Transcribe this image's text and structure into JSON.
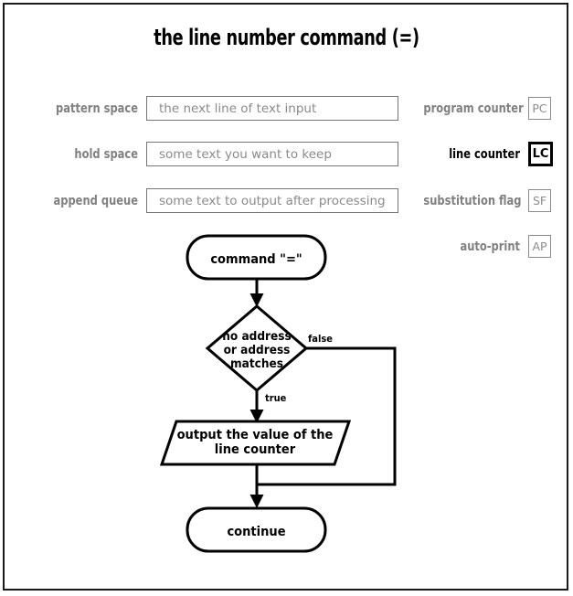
{
  "page": {
    "title": "the line number command (=)"
  },
  "buffers": [
    {
      "label": "pattern space",
      "value": "the next line of text input"
    },
    {
      "label": "hold space",
      "value": "some text you want to keep"
    },
    {
      "label": "append queue",
      "value": "some text to output after processing"
    }
  ],
  "registers": [
    {
      "label": "program counter",
      "abbr": "PC",
      "active": false
    },
    {
      "label": "line counter",
      "abbr": "LC",
      "active": true
    },
    {
      "label": "substitution flag",
      "abbr": "SF",
      "active": false
    },
    {
      "label": "auto-print",
      "abbr": "AP",
      "active": false
    }
  ],
  "flowchart": {
    "start": "command \"=\"",
    "decision_line1": "no address",
    "decision_line2": "or address",
    "decision_line3": "matches",
    "branch_true": "true",
    "branch_false": "false",
    "action_line1": "output the value of the",
    "action_line2": "line counter",
    "end": "continue"
  },
  "colors": {
    "ink": "#000000",
    "muted": "#808080",
    "box_border": "#767676",
    "frame": "#1a1a1a"
  }
}
